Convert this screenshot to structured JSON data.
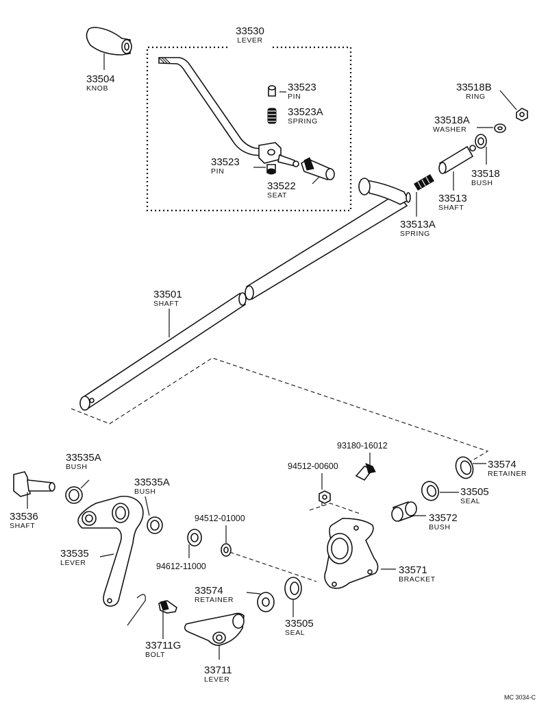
{
  "figure_ref": "MC 3034-C",
  "parts": [
    {
      "key": "p33530",
      "number": "33530",
      "name": "LEVER"
    },
    {
      "key": "p33504",
      "number": "33504",
      "name": "KNOB"
    },
    {
      "key": "p33523_pin",
      "number": "33523",
      "name": "PIN"
    },
    {
      "key": "p33523a",
      "number": "33523A",
      "name": "SPRING"
    },
    {
      "key": "p33523_pin2",
      "number": "33523",
      "name": "PIN"
    },
    {
      "key": "p33522",
      "number": "33522",
      "name": "SEAT"
    },
    {
      "key": "p33518b",
      "number": "33518B",
      "name": "RING"
    },
    {
      "key": "p33518a",
      "number": "33518A",
      "name": "WASHER"
    },
    {
      "key": "p33518",
      "number": "33518",
      "name": "BUSH"
    },
    {
      "key": "p33513",
      "number": "33513",
      "name": "SHAFT"
    },
    {
      "key": "p33513a",
      "number": "33513A",
      "name": "SPRING"
    },
    {
      "key": "p33501",
      "number": "33501",
      "name": "SHAFT"
    },
    {
      "key": "p33535a_1",
      "number": "33535A",
      "name": "BUSH"
    },
    {
      "key": "p33535a_2",
      "number": "33535A",
      "name": "BUSH"
    },
    {
      "key": "p33536",
      "number": "33536",
      "name": "SHAFT"
    },
    {
      "key": "p33535",
      "number": "33535",
      "name": "LEVER"
    },
    {
      "key": "p94512_01000",
      "number": "94512-01000",
      "name": ""
    },
    {
      "key": "p94612_11000",
      "number": "94612-11000",
      "name": ""
    },
    {
      "key": "p94512_00600",
      "number": "94512-00600",
      "name": ""
    },
    {
      "key": "p93180_16012",
      "number": "93180-16012",
      "name": ""
    },
    {
      "key": "p33574_1",
      "number": "33574",
      "name": "RETAINER"
    },
    {
      "key": "p33505_1",
      "number": "33505",
      "name": "SEAL"
    },
    {
      "key": "p33572",
      "number": "33572",
      "name": "BUSH"
    },
    {
      "key": "p33571",
      "number": "33571",
      "name": "BRACKET"
    },
    {
      "key": "p33574_2",
      "number": "33574",
      "name": "RETAINER"
    },
    {
      "key": "p33505_2",
      "number": "33505",
      "name": "SEAL"
    },
    {
      "key": "p33711g",
      "number": "33711G",
      "name": "BOLT"
    },
    {
      "key": "p33711",
      "number": "33711",
      "name": "LEVER"
    }
  ]
}
